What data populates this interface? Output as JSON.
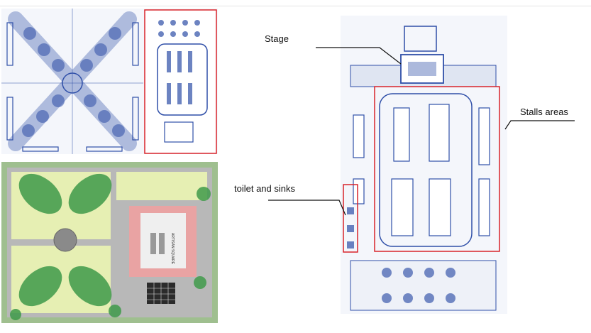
{
  "annotations": {
    "stage": "Stage",
    "stalls": "Stalls areas",
    "toilet": "toilet and sinks"
  },
  "render_plan": {
    "plaza_signs": [
      "ARTISAN SQUARE"
    ]
  },
  "colors": {
    "sketch_blue": "#2f4fa8",
    "highlight_red": "#d8232a",
    "lawn_green": "#cfe3a0",
    "tree_green": "#3f9a4a",
    "plaza_pink": "#e9a3a3",
    "paving_gray": "#b8b8b8"
  }
}
